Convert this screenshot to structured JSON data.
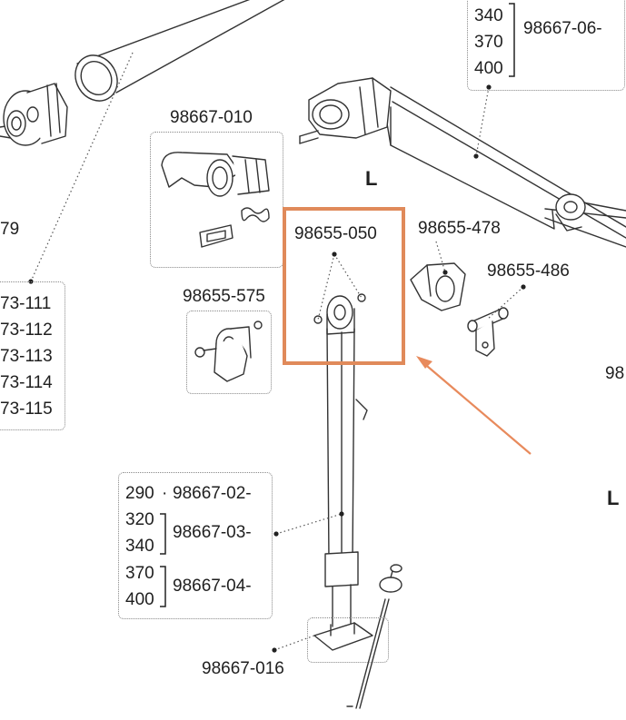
{
  "labels": {
    "part_010": "98667-010",
    "part_575": "98655-575",
    "part_050": "98655-050",
    "part_478": "98655-478",
    "part_486": "98655-486",
    "part_016": "98667-016",
    "part_79": "79",
    "part_98_edge": "98",
    "side_l_top": "L",
    "side_l_right": "L",
    "top_size_340": "340",
    "top_size_370": "370",
    "top_size_400": "400",
    "top_part_06": "98667-06-",
    "left_list": [
      "73-111",
      "73-112",
      "73-113",
      "73-114",
      "73-115"
    ],
    "leg_290": "290",
    "leg_290_sep": "·",
    "leg_part_02": "98667-02-",
    "leg_320": "320",
    "leg_340": "340",
    "leg_part_03": "98667-03-",
    "leg_370": "370",
    "leg_400": "400",
    "leg_part_04": "98667-04-"
  },
  "colors": {
    "highlight": "#e08a5a",
    "arrow": "#e88a5c",
    "line": "#333333",
    "leader": "#555555"
  },
  "icons": {
    "highlight_arrow": "arrow-up-left-icon"
  }
}
